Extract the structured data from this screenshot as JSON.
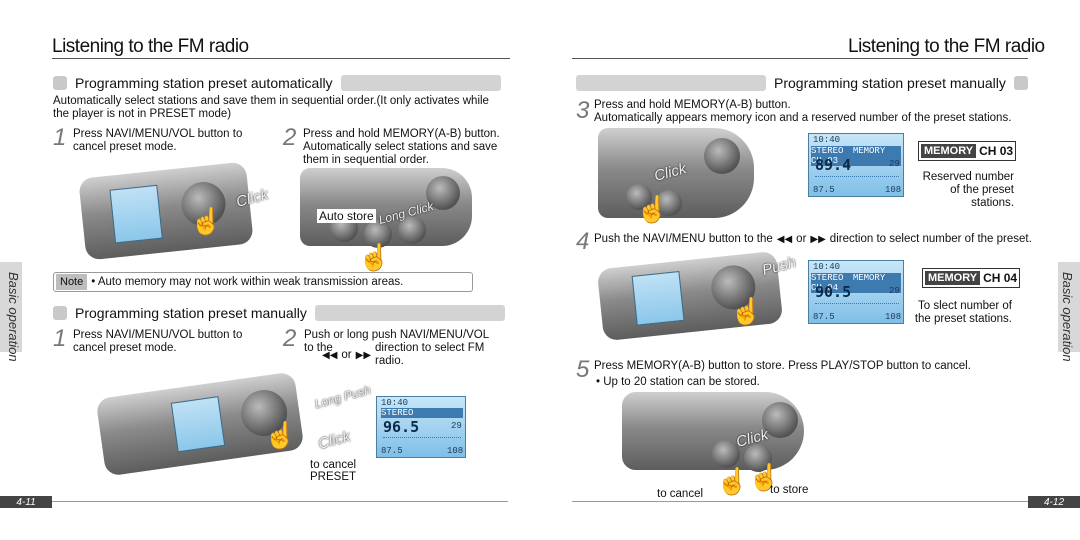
{
  "left": {
    "title": "Listening to the FM radio",
    "sec1_title": "Programming station preset automatically",
    "sec1_intro": "Automatically select stations and save them in sequential order.(It only activates while the player is not in PRESET mode)",
    "step1_num": "1",
    "step1_text": "Press NAVI/MENU/VOL button to cancel preset mode.",
    "step2_num": "2",
    "step2_text": "Press and hold MEMORY(A-B) button. Automatically select stations and save them in sequential order.",
    "click_label": "Click",
    "auto_store": "Auto store",
    "long_click": "Long Click",
    "note_label": "Note",
    "note_text": "• Auto memory may not work within weak transmission areas.",
    "sec2_title": "Programming station preset manually",
    "m_step1_num": "1",
    "m_step1_text": "Press NAVI/MENU/VOL button to cancel preset mode.",
    "m_step2_num": "2",
    "m_step2_text_a": "Push or long push NAVI/MENU/VOL to the",
    "m_step2_or": "or",
    "m_step2_text_b": "direction to select FM radio.",
    "long_push": "Long Push",
    "click2": "Click",
    "to_cancel": "to cancel",
    "preset": "PRESET",
    "screen": {
      "time": "10:40",
      "stereo": "STEREO",
      "freq": "96.5",
      "ch": "29",
      "min": "87.5",
      "max": "108"
    },
    "page_num": "4-11",
    "side": "Basic operation"
  },
  "right": {
    "title": "Listening to the FM radio",
    "sec_title": "Programming station preset manually",
    "step3_num": "3",
    "step3_text_a": "Press and hold MEMORY(A-B) button.",
    "step3_text_b": "Automatically appears memory icon and a reserved number of the preset stations.",
    "click3": "Click",
    "screen1": {
      "time": "10:40",
      "stereo": "STEREO",
      "mem": "MEMORY",
      "ch": "CH 03",
      "freq": "89.4",
      "num": "29",
      "min": "87.5",
      "max": "108"
    },
    "mem_tag1": "MEMORY",
    "ch_tag1": "CH 03",
    "reserved_text": "Reserved number of the preset stations.",
    "step4_num": "4",
    "step4_text_a": "Push the NAVI/MENU button to the",
    "step4_or": "or",
    "step4_text_b": "direction to select number of the preset.",
    "push_label": "Push",
    "screen2": {
      "time": "10:40",
      "stereo": "STEREO",
      "mem": "MEMORY",
      "ch": "CH 04",
      "freq": "90.5",
      "num": "29",
      "min": "87.5",
      "max": "108"
    },
    "mem_tag2": "MEMORY",
    "ch_tag2": "CH 04",
    "select_text": "To slect number of the preset stations.",
    "step5_num": "5",
    "step5_text": "Press MEMORY(A-B) button to store. Press PLAY/STOP button to cancel.",
    "step5_sub": "• Up to 20 station can be stored.",
    "click5": "Click",
    "to_cancel": "to cancel",
    "to_store": "to store",
    "page_num": "4-12",
    "side": "Basic operation"
  },
  "icons": [
    "rewind-icon",
    "fast-forward-icon",
    "hand-pointer-icon",
    "device-illustration"
  ]
}
